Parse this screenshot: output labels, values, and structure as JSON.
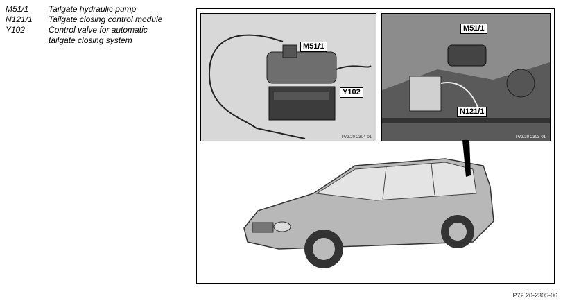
{
  "legend": [
    {
      "code": "M51/1",
      "desc": "Tailgate hydraulic pump"
    },
    {
      "code": "N121/1",
      "desc": "Tailgate closing control module"
    },
    {
      "code": "Y102",
      "desc": "Control valve for automatic tailgate closing system",
      "desc_line1": "Control valve for automatic",
      "desc_line2": "tailgate closing system"
    }
  ],
  "inset_left": {
    "labels": {
      "m51": "M51/1",
      "y102": "Y102"
    },
    "ref": "P72.20-2304-01"
  },
  "inset_right": {
    "labels": {
      "m51": "M51/1",
      "n121": "N121/1"
    },
    "ref": "P72.20-2303-01"
  },
  "figure_ref": "P72.20-2305-06"
}
